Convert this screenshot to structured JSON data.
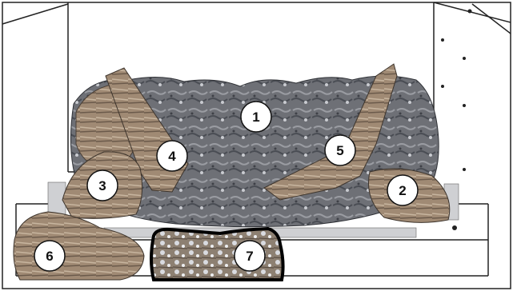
{
  "diagram": {
    "callouts": [
      {
        "id": "log-1",
        "label": "1"
      },
      {
        "id": "log-2",
        "label": "2"
      },
      {
        "id": "log-3",
        "label": "3"
      },
      {
        "id": "log-4",
        "label": "4"
      },
      {
        "id": "log-5",
        "label": "5"
      },
      {
        "id": "log-6",
        "label": "6"
      },
      {
        "id": "log-7",
        "label": "7"
      }
    ],
    "colors": {
      "rock_gray": "#6e7076",
      "rock_dark": "#4a4d54",
      "log_tan": "#a08a74",
      "log_dark": "#6b5a4b",
      "ember_white": "#d9dbe0",
      "frame_line": "#222222"
    }
  }
}
